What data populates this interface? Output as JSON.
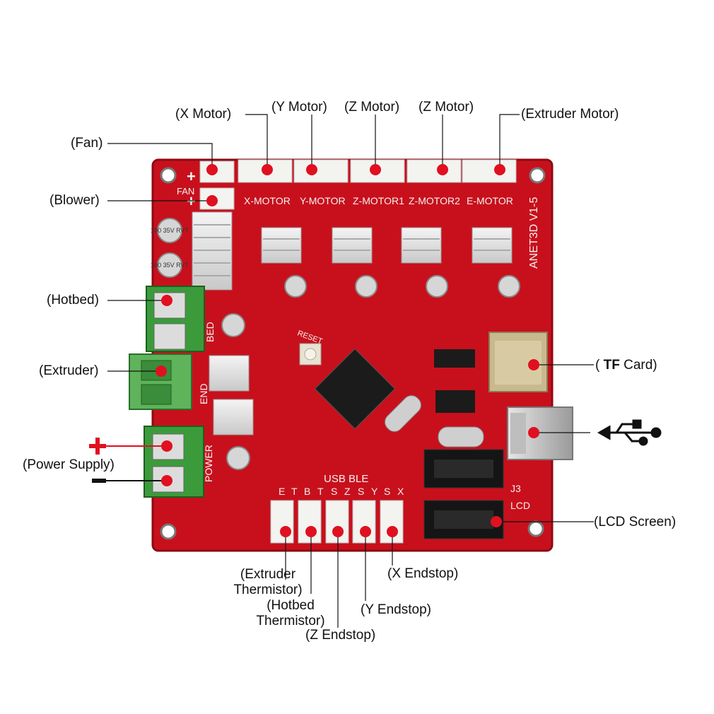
{
  "board": {
    "model_label": "ANET3D V1-5",
    "fan_label": "FAN",
    "motor_labels": [
      "X-MOTOR",
      "Y-MOTOR",
      "Z-MOTOR1",
      "Z-MOTOR2",
      "E-MOTOR"
    ],
    "bed_label": "BED",
    "end_label": "END",
    "power_label": "POWER",
    "reset_label": "RESET",
    "usb_label": "USB BLE",
    "endstop_pin_labels": [
      "E",
      "T",
      "B",
      "T",
      "S",
      "Z",
      "S",
      "Y",
      "S",
      "X"
    ],
    "j3_label": "J3",
    "lcd_label": "LCD",
    "cap_label": "100 35V RVT",
    "colors": {
      "pcb": "#c8101c",
      "pcb_dark": "#8e0a12",
      "silkscreen": "#f2f2f2",
      "terminal_green": "#3b9b3b",
      "marker": "#e01020"
    }
  },
  "callouts": {
    "x_motor": "(X  Motor)",
    "y_motor": "(Y  Motor)",
    "z_motor_1": "(Z  Motor)",
    "z_motor_2": "(Z  Motor)",
    "extruder_motor": "(Extruder  Motor)",
    "fan": "(Fan)",
    "blower": "(Blower)",
    "hotbed": "(Hotbed)",
    "extruder": "(Extruder)",
    "power_supply": "(Power  Supply)",
    "tf_card_open": "(",
    "tf_card_bold": "TF",
    "tf_card_close": " Card)",
    "lcd_screen": "(LCD  Screen)",
    "extruder_thermistor_1": "(Extruder",
    "extruder_thermistor_2": "Thermistor)",
    "hotbed_thermistor_1": "(Hotbed",
    "hotbed_thermistor_2": "Thermistor)",
    "z_endstop": "(Z  Endstop)",
    "y_endstop": "(Y  Endstop)",
    "x_endstop": "(X  Endstop)",
    "plus_sign": "+",
    "minus_sign": "−"
  }
}
